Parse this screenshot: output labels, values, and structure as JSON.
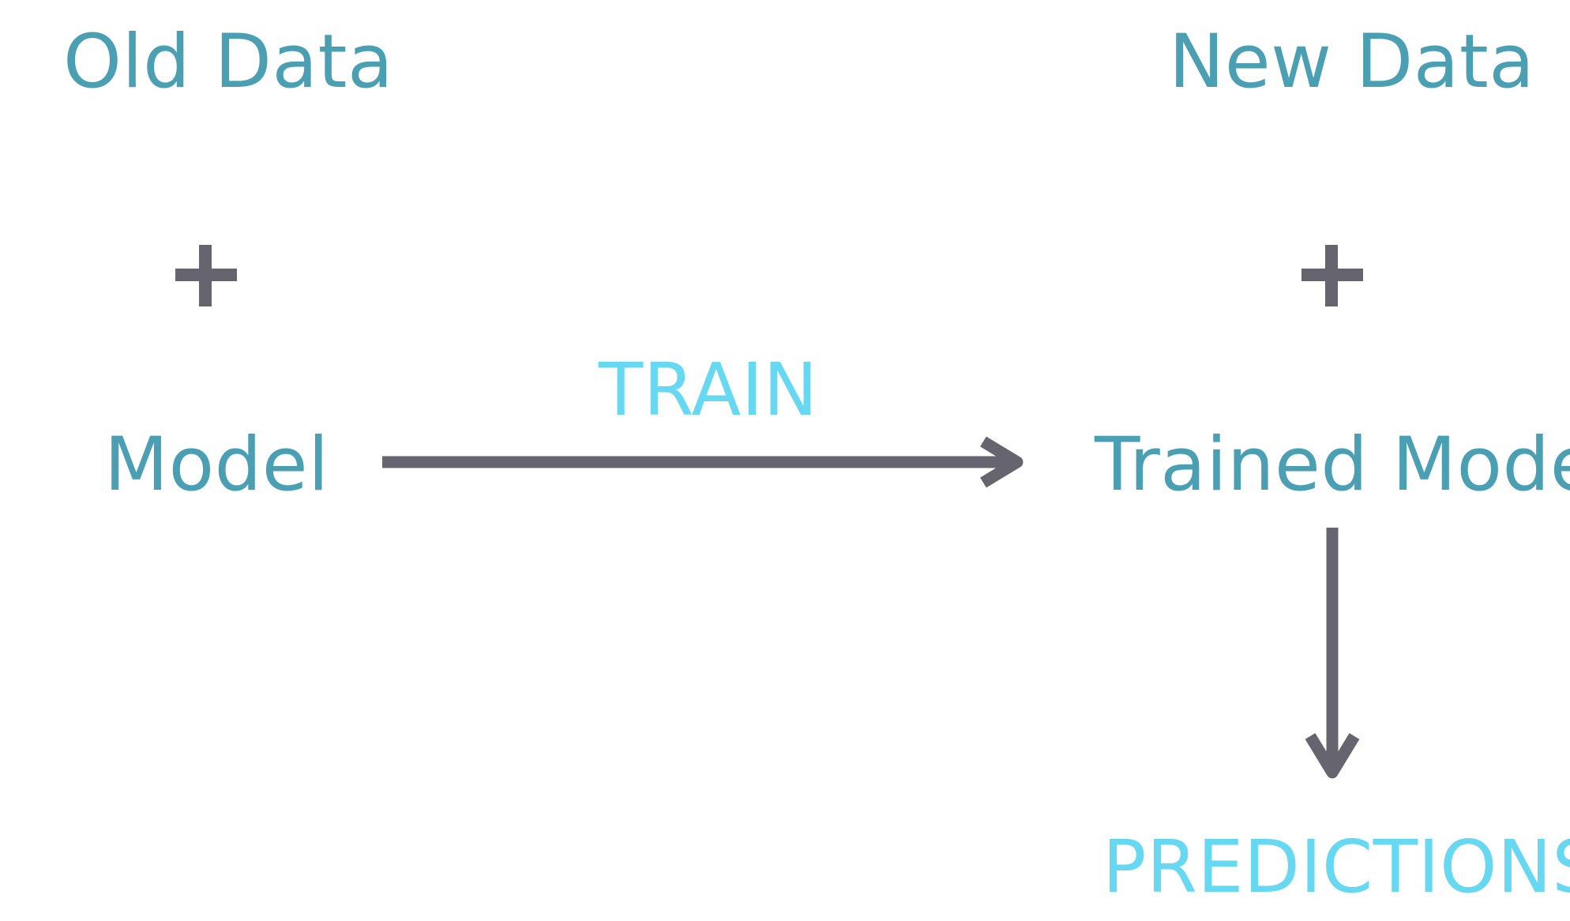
{
  "diagram": {
    "nodes": {
      "old_data": "Old Data",
      "new_data": "New Data",
      "model": "Model",
      "trained_model": "Trained Model",
      "predictions": "PREDICTIONS"
    },
    "edges": {
      "train": "TRAIN"
    },
    "symbols": {
      "plus": "+"
    },
    "colors": {
      "node_text": "#4a9fb2",
      "accent_text": "#66d8f2",
      "connector": "#65646f"
    }
  }
}
